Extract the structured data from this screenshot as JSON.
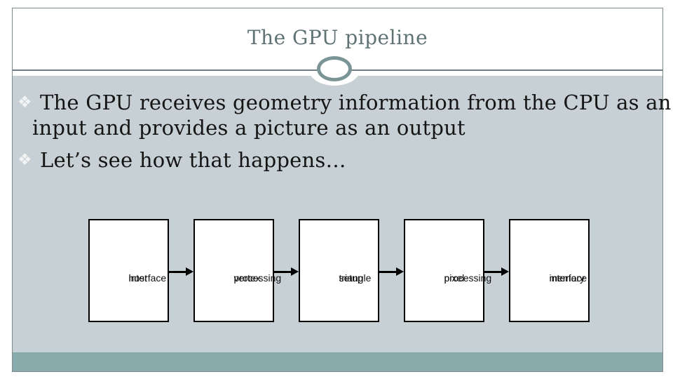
{
  "slide": {
    "title": "The GPU pipeline",
    "bullets": [
      {
        "marker": "❖",
        "lines": [
          "The GPU receives geometry information from the CPU as an",
          "input and provides a picture as an output"
        ]
      },
      {
        "marker": "❖",
        "lines": [
          "Let’s see how that happens…"
        ]
      }
    ],
    "pipeline": {
      "stages": [
        {
          "lines": [
            "host",
            "interface"
          ]
        },
        {
          "lines": [
            "vertex",
            "processing"
          ]
        },
        {
          "lines": [
            "triangle",
            "setup"
          ]
        },
        {
          "lines": [
            "pixel",
            "processing"
          ]
        },
        {
          "lines": [
            "memory",
            "interface"
          ]
        }
      ]
    },
    "colors": {
      "content_band": "#c7d0d4",
      "footer_bar": "#8aabab",
      "accent_ring": "#7b9496",
      "title_text": "#5f7375",
      "frame_border": "#7e8b8d",
      "bullet_marker": "#f2f4f4",
      "body_text": "#151515",
      "box_border": "#000000"
    }
  }
}
